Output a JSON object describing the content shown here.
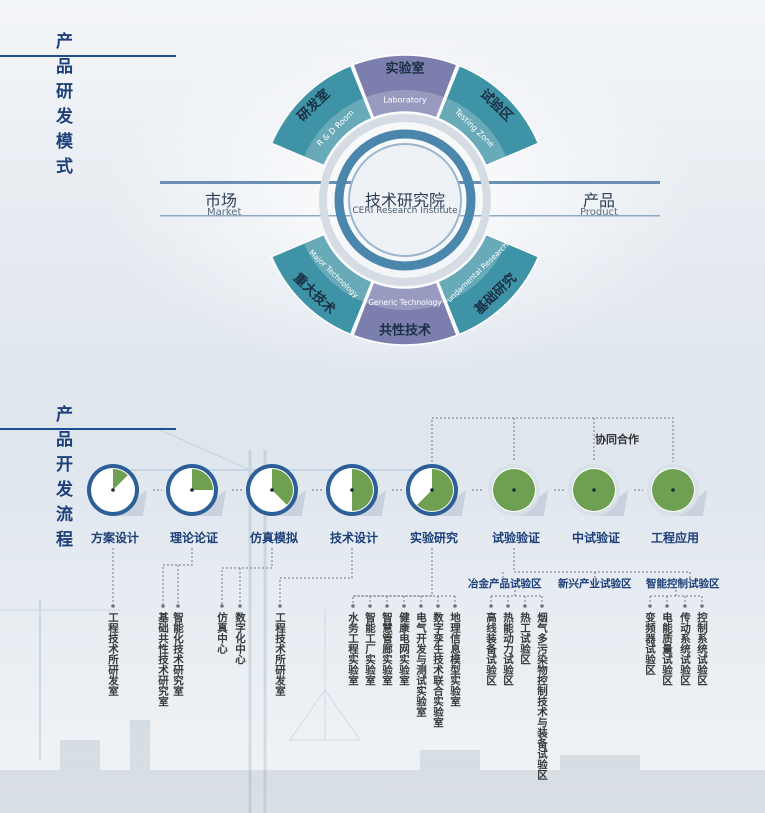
{
  "section1": {
    "title": "产品研发模式"
  },
  "section2": {
    "title": "产品开发流程"
  },
  "wheel": {
    "center_cn": "技术研究院",
    "center_en": "CERI Research Institute",
    "left_cn": "市场",
    "left_en": "Market",
    "right_cn": "产品",
    "right_en": "Product",
    "top_segments": [
      {
        "cn": "研发室",
        "en": "R & D Room"
      },
      {
        "cn": "实验室",
        "en": "Laboratory"
      },
      {
        "cn": "试验区",
        "en": "Testing Zone"
      }
    ],
    "bottom_segments": [
      {
        "cn": "基础研究",
        "en": "Fundamental Research"
      },
      {
        "cn": "共性技术",
        "en": "Generic Technology"
      },
      {
        "cn": "重大技术",
        "en": "Major Technology"
      }
    ],
    "colors": {
      "teal": "#3f93a6",
      "purple": "#7c7fae",
      "ring": "#4b86ad"
    }
  },
  "process": {
    "coop_label": "协同合作",
    "stages": [
      {
        "label": "方案设计",
        "fill": 0.125
      },
      {
        "label": "理论论证",
        "fill": 0.25
      },
      {
        "label": "仿真模拟",
        "fill": 0.375
      },
      {
        "label": "技术设计",
        "fill": 0.5
      },
      {
        "label": "实验研究",
        "fill": 0.625
      },
      {
        "label": "试验验证",
        "fill": 1.0
      },
      {
        "label": "中试验证",
        "fill": 1.0
      },
      {
        "label": "工程应用",
        "fill": 1.0
      }
    ],
    "zones": [
      "冶金产品试验区",
      "新兴产业试验区",
      "智能控制试验区"
    ],
    "labs": [
      "工程技术所研发室",
      "基础共性技术研究室",
      "智能化技术研究室",
      "仿真中心",
      "数字化中心",
      "工程技术所研发室",
      "水务工程实验室",
      "智能工厂实验室",
      "智慧管廊实验室",
      "健康电网实验室",
      "电气开发与测试实验室",
      "数字孪生技术联合实验室",
      "地理信息模型实验室",
      "高线装备试验区",
      "热能动力试验区",
      "热工试验区",
      "烟气多污染物控制技术与装备试验区",
      "变频器试验区",
      "电能质量试验区",
      "传动系统试验区",
      "控制系统试验区"
    ],
    "colors": {
      "green": "#6fa052",
      "blue": "#2c5f98"
    }
  }
}
